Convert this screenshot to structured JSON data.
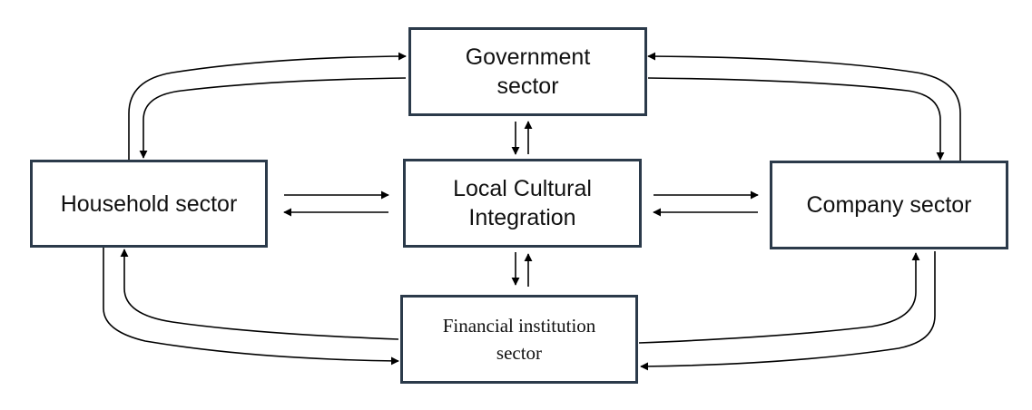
{
  "nodes": {
    "government": {
      "line1": "Government",
      "line2": "sector"
    },
    "household": {
      "label": "Household sector"
    },
    "integration": {
      "line1": "Local Cultural",
      "line2": "Integration"
    },
    "company": {
      "label": "Company sector"
    },
    "financial": {
      "line1": "Financial institution",
      "line2": "sector"
    }
  },
  "colors": {
    "box_border": "#2b3a4a",
    "arrow": "#000000"
  }
}
